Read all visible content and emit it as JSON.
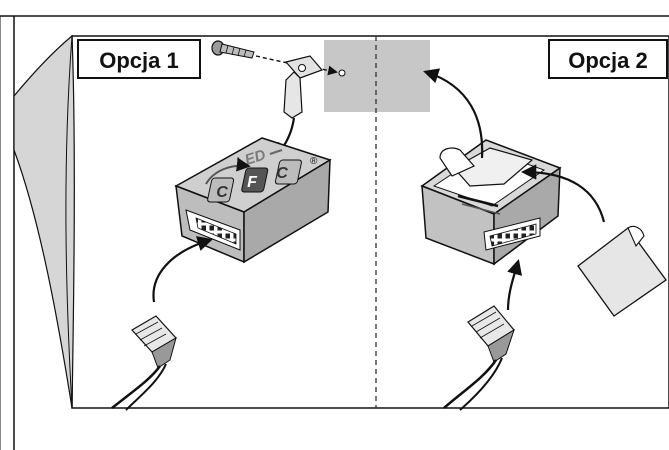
{
  "options": [
    {
      "label": "Opcja 1"
    },
    {
      "label": "Opcja 2"
    }
  ],
  "device": {
    "logo_text": "LED",
    "logo_letters": [
      "C",
      "F",
      "C"
    ],
    "trademark": "®"
  },
  "colors": {
    "surface_gray": "#cfcfcf",
    "mount_gray": "#c7c7c7",
    "stroke": "#111111",
    "dashed": "#333333"
  }
}
